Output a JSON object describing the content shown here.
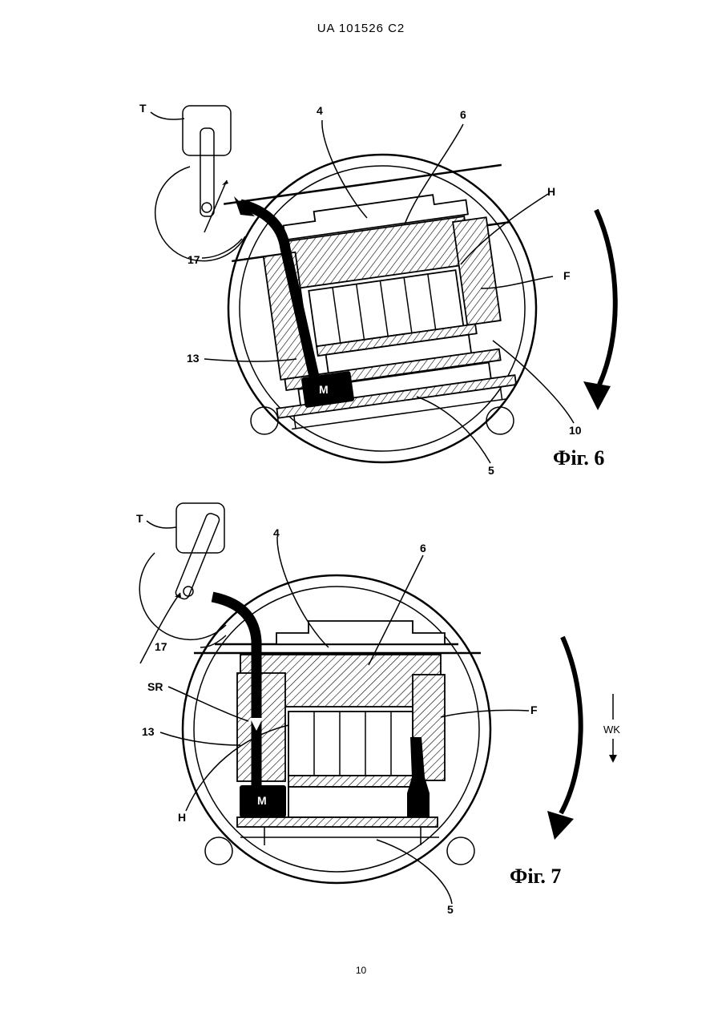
{
  "header": {
    "doc_id": "UA   101526   C2"
  },
  "page_number": "10",
  "figure6": {
    "caption": "Фіг. 6",
    "labels": {
      "T": "T",
      "four": "4",
      "six": "6",
      "H": "H",
      "F": "F",
      "seventeen": "17",
      "thirteen": "13",
      "M": "M",
      "ten": "10",
      "five": "5"
    }
  },
  "figure7": {
    "caption": "Фіг. 7",
    "labels": {
      "T": "T",
      "four": "4",
      "six": "6",
      "seventeen": "17",
      "SR": "SR",
      "thirteen": "13",
      "H": "H",
      "F": "F",
      "WK": "WK",
      "M": "M",
      "five": "5"
    }
  },
  "colors": {
    "ink": "#000000",
    "paper": "#ffffff"
  }
}
